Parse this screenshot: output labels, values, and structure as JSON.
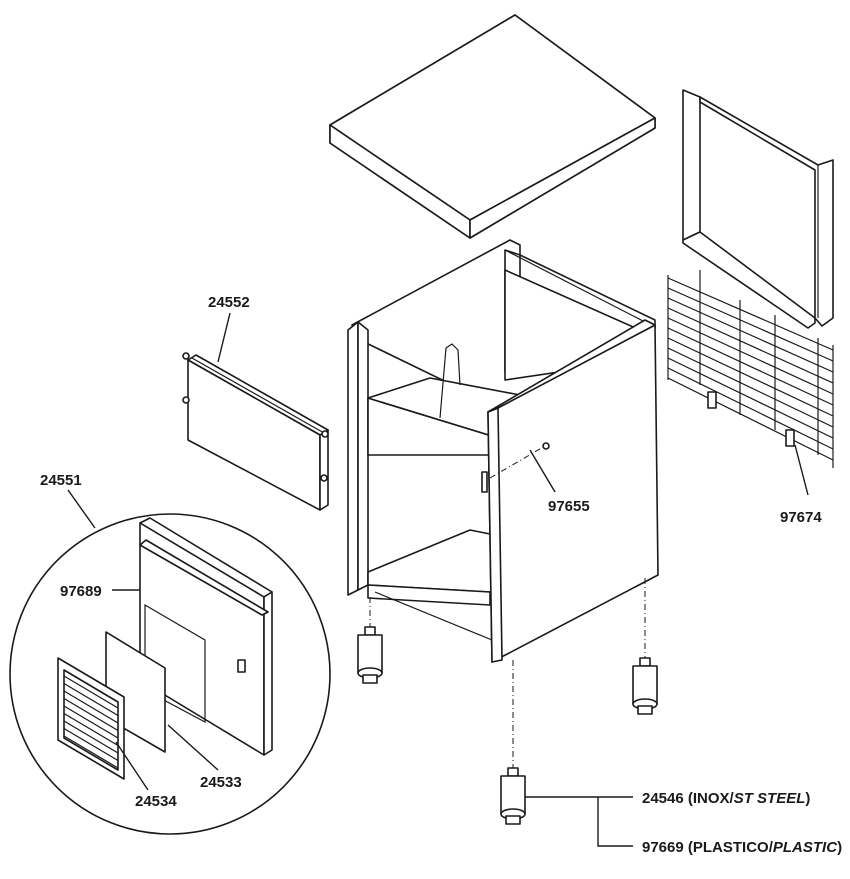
{
  "labels": {
    "p24552": "24552",
    "p24551": "24551",
    "p97689": "97689",
    "p24534": "24534",
    "p24533": "24533",
    "p97655": "97655",
    "p97674": "97674",
    "p24546_code": "24546 (INOX/",
    "p24546_it": "ST STEEL",
    "p24546_end": ")",
    "p97669_code": "97669 (PLASTICO/",
    "p97669_it": "PLASTIC",
    "p97669_end": ")"
  },
  "colors": {
    "line": "#1a1a1a",
    "paper": "#ffffff"
  }
}
